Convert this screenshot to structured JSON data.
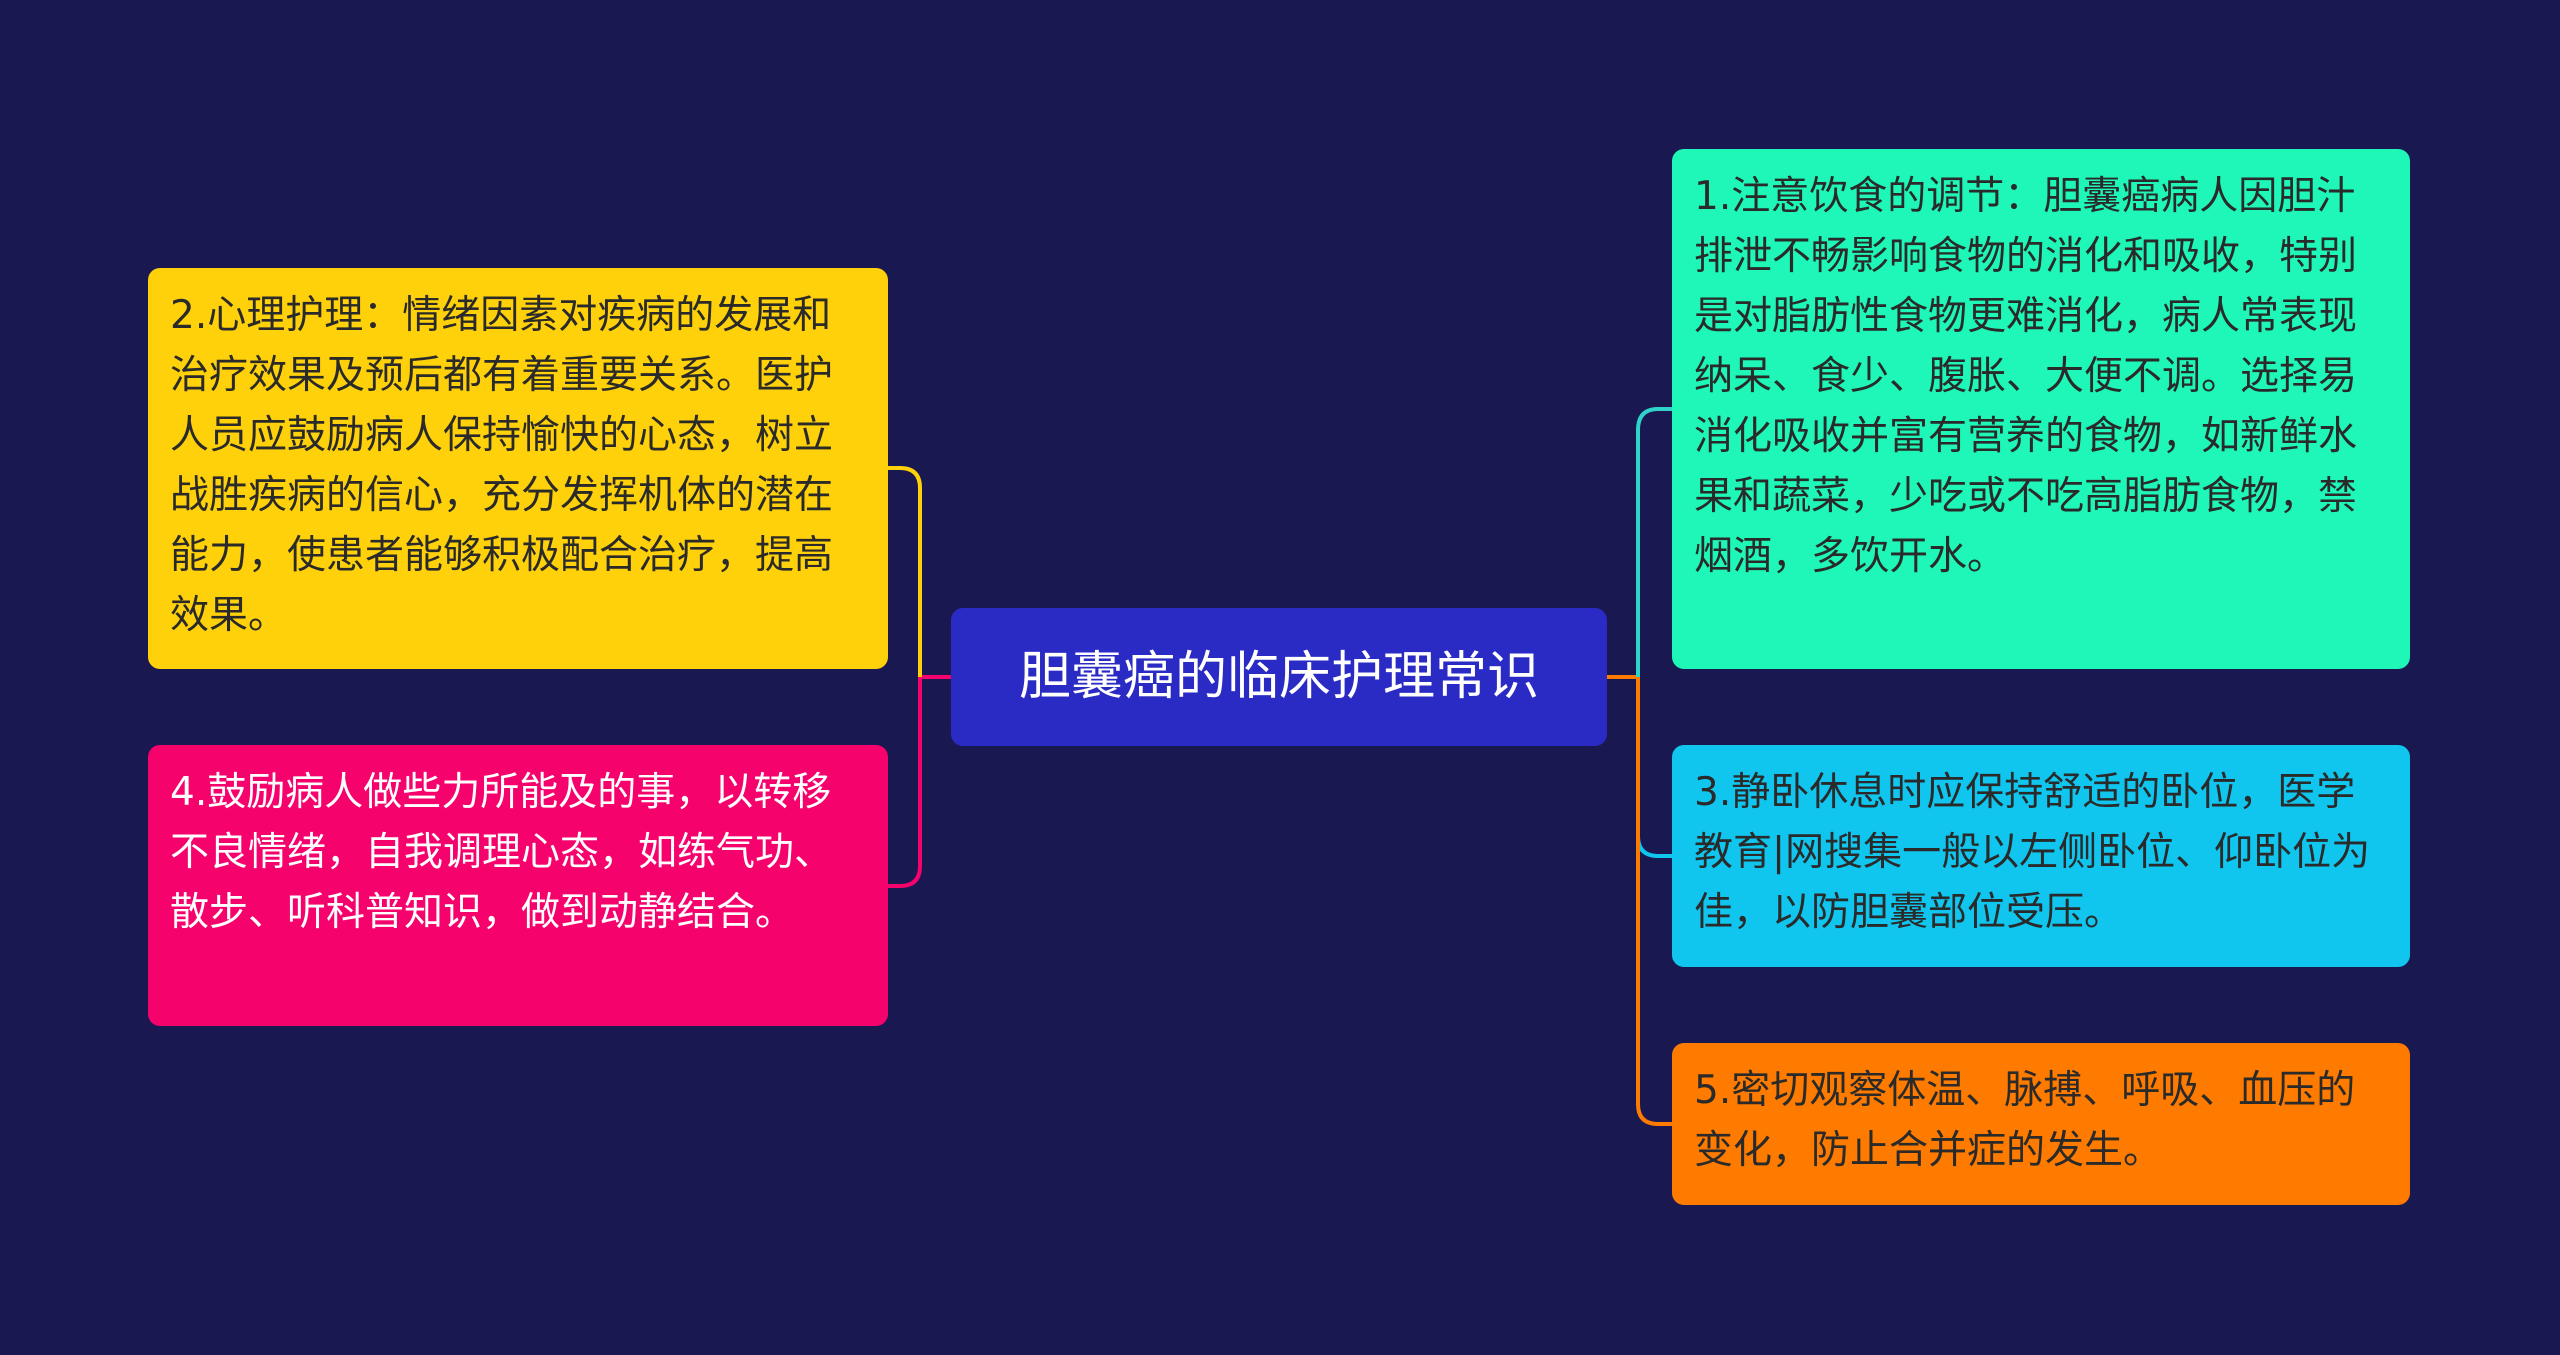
{
  "mindmap": {
    "root": {
      "text": "胆囊癌的临床护理常识",
      "color": "#2a2bc4"
    },
    "branches": [
      {
        "id": "1",
        "side": "right",
        "text": "1.注意饮食的调节：胆囊癌病人因胆汁排泄不畅影响食物的消化和吸收，特别是对脂肪性食物更难消化，病人常表现纳呆、食少、腹胀、大便不调。选择易消化吸收并富有营养的食物，如新鲜水果和蔬菜，少吃或不吃高脂肪食物，禁烟酒，多饮开水。",
        "color": "#1ef7b7",
        "line_color": "#2fd3c9"
      },
      {
        "id": "2",
        "side": "left",
        "text": "2.心理护理：情绪因素对疾病的发展和治疗效果及预后都有着重要关系。医护人员应鼓励病人保持愉快的心态，树立战胜疾病的信心，充分发挥机体的潜在能力，使患者能够积极配合治疗，提高效果。",
        "color": "#ffd10a",
        "line_color": "#ffd10a"
      },
      {
        "id": "3",
        "side": "right",
        "text": "3.静卧休息时应保持舒适的卧位，医学教育|网搜集一般以左侧卧位、仰卧位为佳，以防胆囊部位受压。",
        "color": "#10c6ef",
        "line_color": "#10c6ef"
      },
      {
        "id": "4",
        "side": "left",
        "text": "4.鼓励病人做些力所能及的事，以转移不良情绪，自我调理心态，如练气功、散步、听科普知识，做到动静结合。",
        "color": "#f5026d",
        "line_color": "#f5026d"
      },
      {
        "id": "5",
        "side": "right",
        "text": "5.密切观察体温、脉搏、呼吸、血压的变化，防止合并症的发生。",
        "color": "#fe7b00",
        "line_color": "#fe7b00"
      }
    ]
  }
}
